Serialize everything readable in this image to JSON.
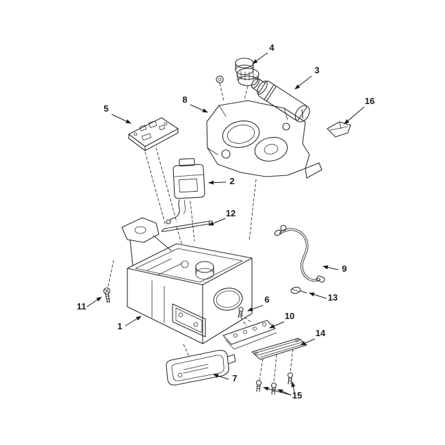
{
  "diagram": {
    "type": "exploded-parts-diagram",
    "background_color": "#ffffff",
    "line_color": "#2b2b2b",
    "parts": [
      {
        "number": "1"
      },
      {
        "number": "2"
      },
      {
        "number": "3"
      },
      {
        "number": "4"
      },
      {
        "number": "5"
      },
      {
        "number": "6"
      },
      {
        "number": "7"
      },
      {
        "number": "8"
      },
      {
        "number": "9"
      },
      {
        "number": "10"
      },
      {
        "number": "11"
      },
      {
        "number": "12"
      },
      {
        "number": "13"
      },
      {
        "number": "14"
      },
      {
        "number": "15"
      },
      {
        "number": "16"
      }
    ]
  }
}
